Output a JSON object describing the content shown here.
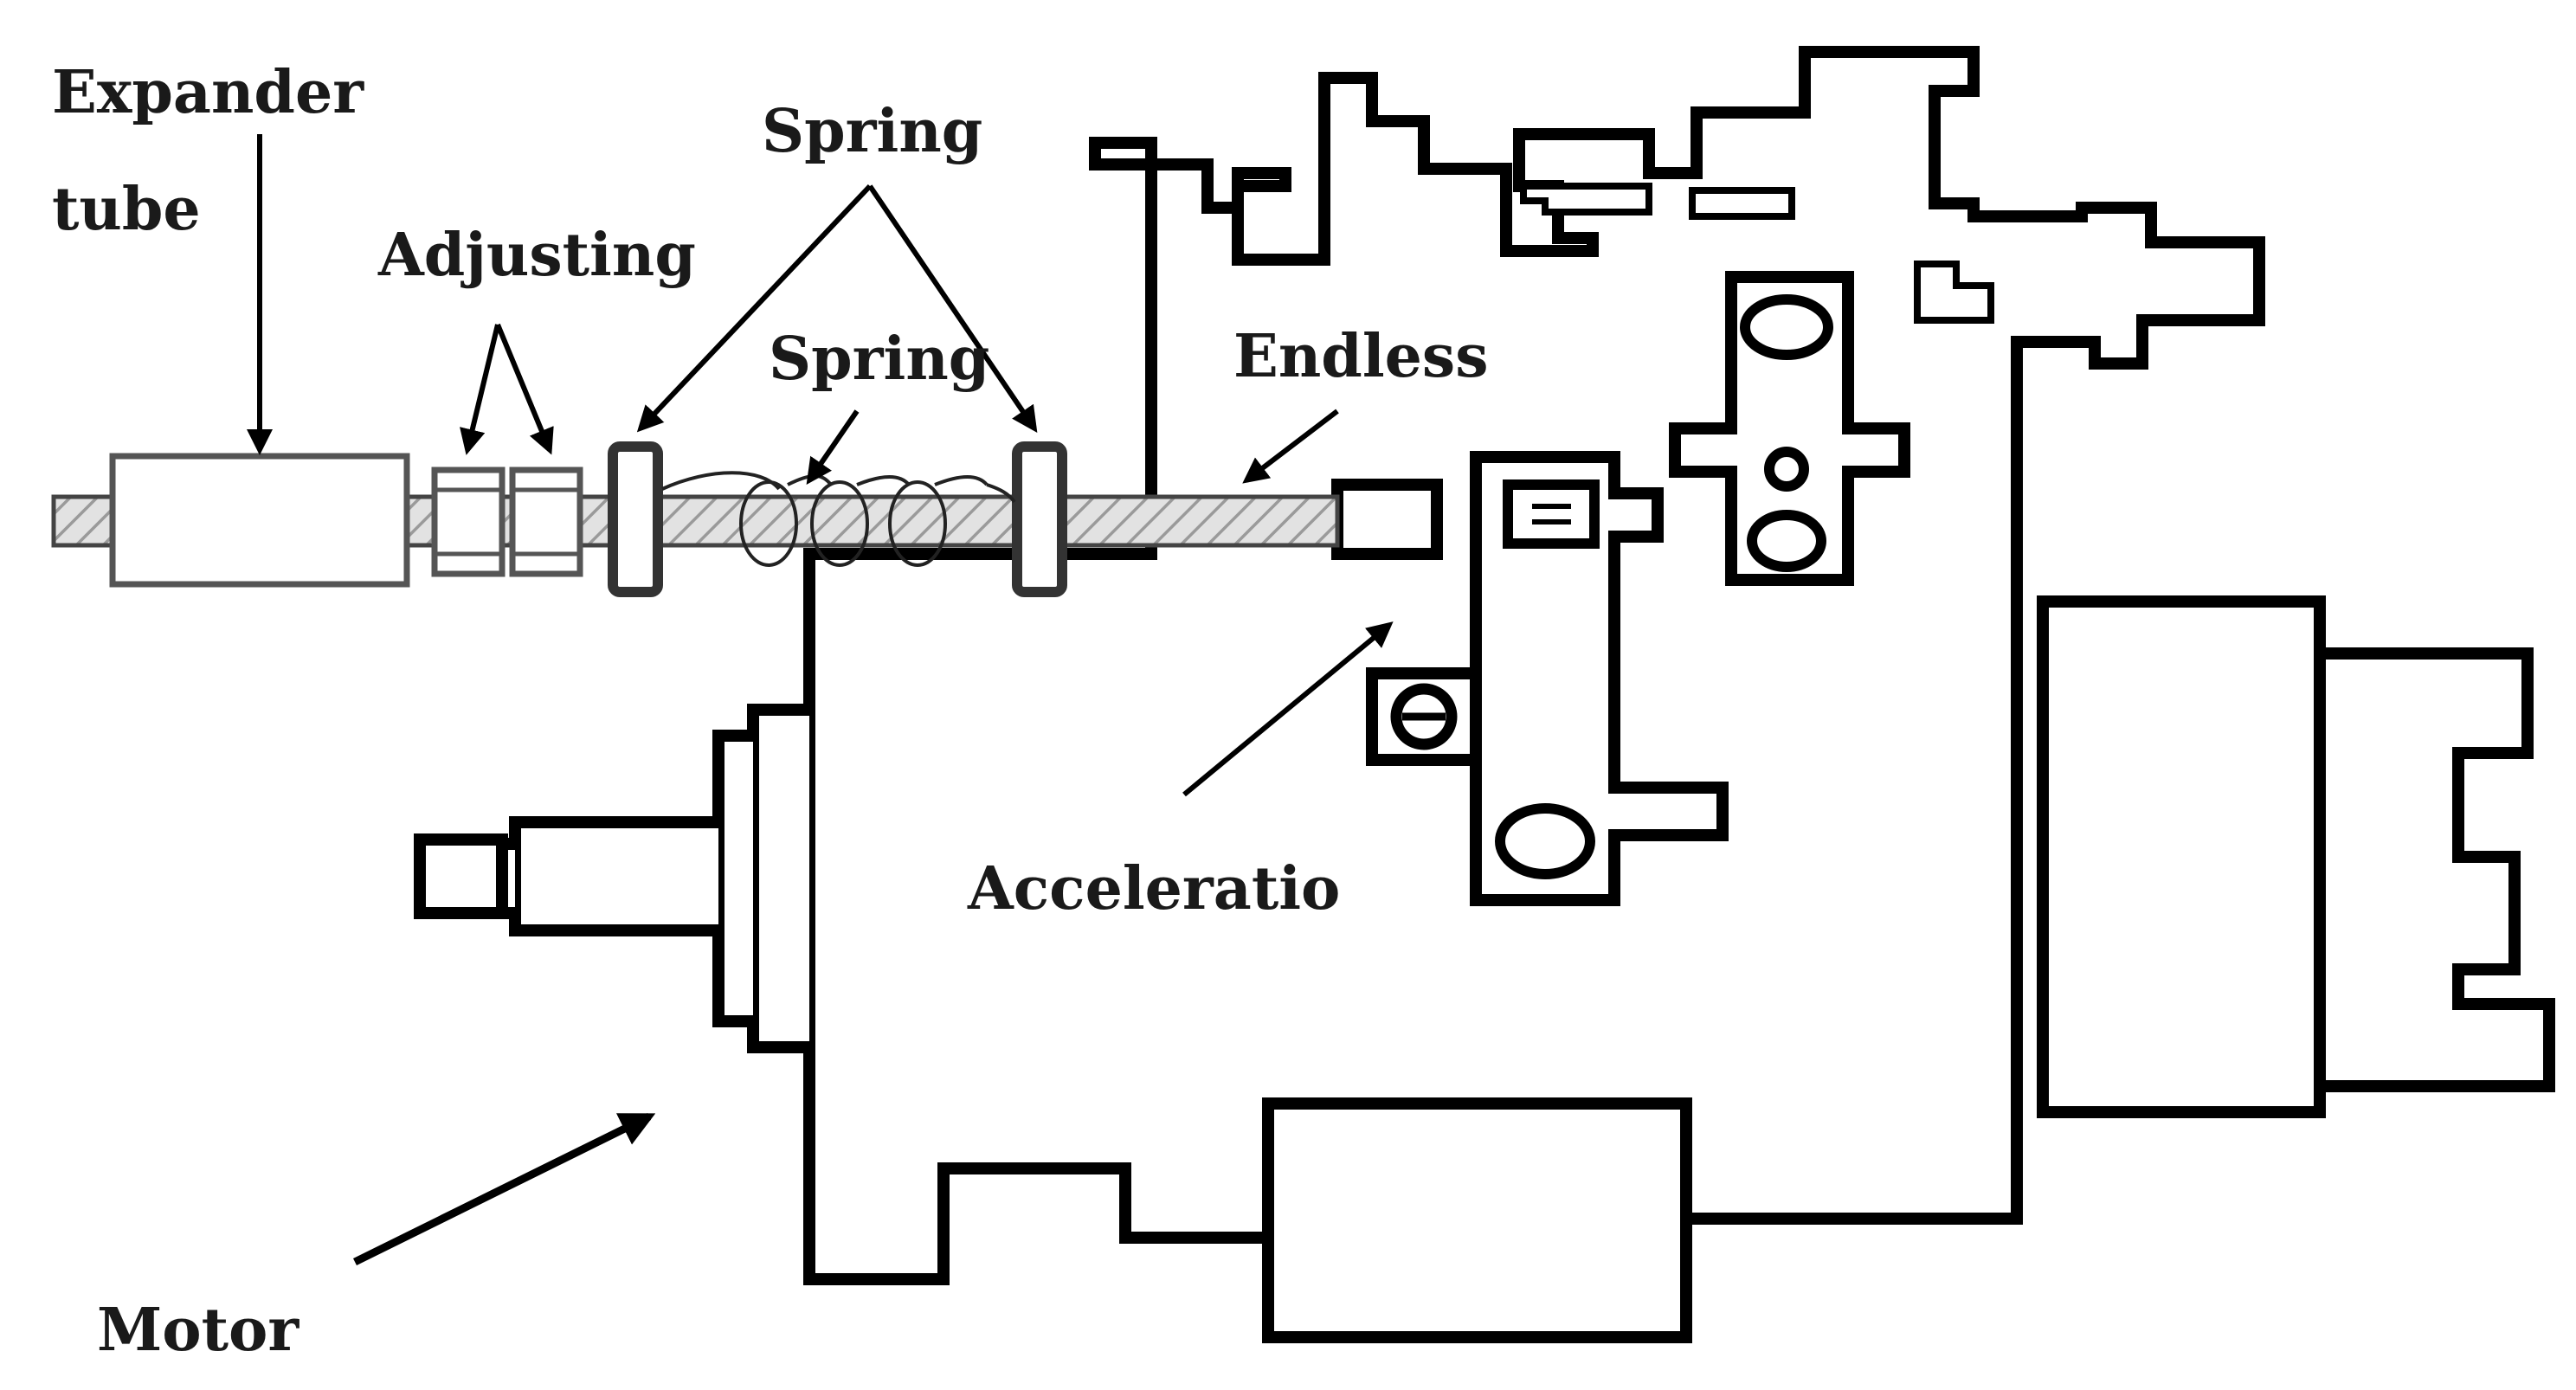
{
  "labels": {
    "expander_tube_line1": "Expander",
    "expander_tube_line2": "tube",
    "adjusting": "Adjusting",
    "spring_top": "Spring",
    "spring_mid": "Spring",
    "endless": "Endless",
    "acceleratio": "Acceleratio",
    "motor": "Motor"
  }
}
